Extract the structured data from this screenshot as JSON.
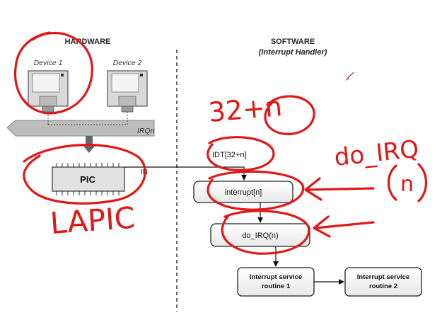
{
  "header": {
    "hardware": "HARDWARE",
    "software": "SOFTWARE",
    "software_sub": "(Interrupt Handler)"
  },
  "devices": {
    "device1": "Device 1",
    "device2": "Device 2"
  },
  "bus_label": "IRQn",
  "pic": {
    "label": "PIC",
    "int_label": "IN"
  },
  "flow": {
    "idt": "IDT[32+n]",
    "interrupt": "interrupt[n]",
    "do_irq": "do_IRQ(n)",
    "isr1_line1": "Interrupt service",
    "isr1_line2": "routine 1",
    "isr2_line1": "Interrupt service",
    "isr2_line2": "routine 2"
  },
  "annotations": {
    "vector": "32+n",
    "do_irq_note": "do_IRQ",
    "do_irq_arg": "n",
    "lapic": "LAPIC"
  },
  "colors": {
    "annotation_ink": "#e01818",
    "box_fill": "#ffffff",
    "device_fill": "#d9d9d9",
    "bus_fill": "#bdbdbd"
  }
}
